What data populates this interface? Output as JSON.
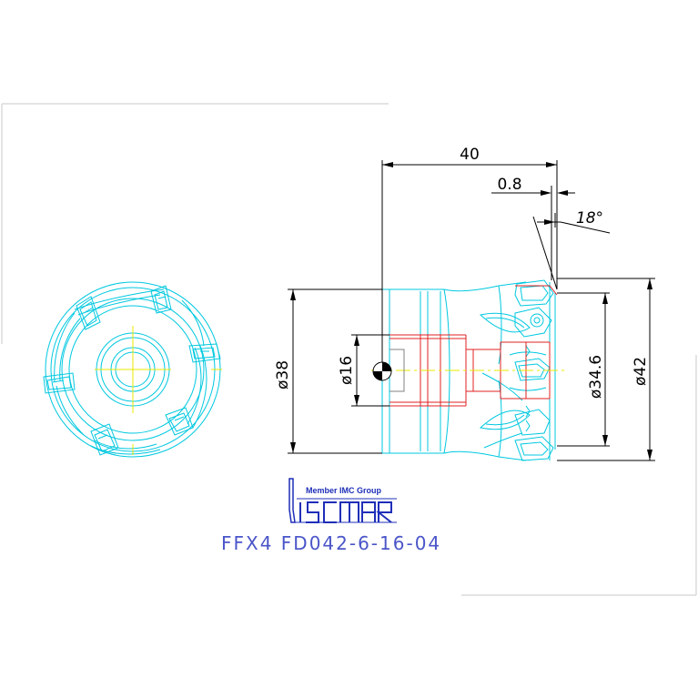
{
  "drawing": {
    "dimensions": {
      "overall_length": "40",
      "chamfer": "0.8",
      "angle": "18°",
      "bore_diameter": "ø16",
      "body_diameter": "ø38",
      "cut_diameter": "ø34.6",
      "max_diameter": "ø42"
    },
    "logo": {
      "tagline": "Member IMC Group",
      "brand": "ISCAR"
    },
    "designation": "FFX4 FD042-6-16-04"
  },
  "colors": {
    "body_outline": "#00c8e0",
    "bore": "#e02020",
    "centerline": "#e8e800",
    "dimension": "#000000",
    "insert": "#00c8e0",
    "title": "#4a55c8",
    "logo": "#1f2fb8",
    "page_border": "#c8c8c8"
  }
}
